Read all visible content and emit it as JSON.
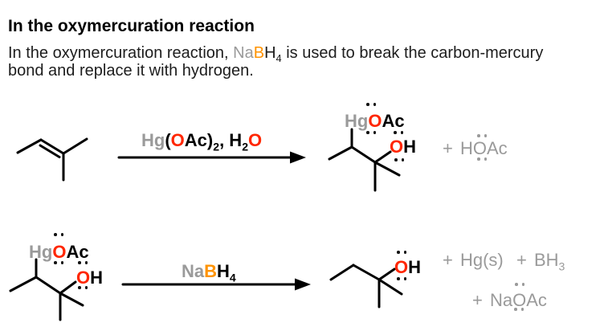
{
  "colors": {
    "title": "#000000",
    "text": "#1d1d1d",
    "gray": "#9a9a9a",
    "red": "#ff2600",
    "orange": "#ff9300",
    "bond": "#000000"
  },
  "header": {
    "title": "In the oxymercuration reaction",
    "body_line1": {
      "pre": "In the oxymercuration reaction, ",
      "nabh4": {
        "na": "Na",
        "b": "B",
        "h": "H",
        "sub": "4"
      },
      "post": " is used to break the carbon-mercury"
    },
    "body_line2": "bond and replace it with hydrogen."
  },
  "reaction1": {
    "arrow_label": {
      "hg": "Hg",
      "open_paren": "(",
      "o1": "O",
      "ac_close": "Ac)",
      "sub1": "2",
      "comma_h": ", H",
      "sub2": "2",
      "o2": "O"
    },
    "product": {
      "hgoac": {
        "hg": "Hg",
        "o": "O",
        "ac": "Ac"
      },
      "oh": {
        "o": "O",
        "h": "H"
      }
    },
    "byproduct": {
      "plus_h": "+ H",
      "o": "O",
      "ac": "Ac"
    }
  },
  "reaction2": {
    "arrow_label": {
      "na": "Na",
      "b": "B",
      "h": "H",
      "sub": "4"
    },
    "reactant": {
      "hgoac": {
        "hg": "Hg",
        "o": "O",
        "ac": "Ac"
      },
      "oh": {
        "o": "O",
        "h": "H"
      }
    },
    "product": {
      "oh": {
        "o": "O",
        "h": "H"
      }
    },
    "byproducts": {
      "hg_s": "+ Hg(s)",
      "bh": "+ BH",
      "bh_sub": "3",
      "naoac": {
        "plus_na": "+ Na",
        "o": "O",
        "ac": "Ac"
      }
    }
  }
}
